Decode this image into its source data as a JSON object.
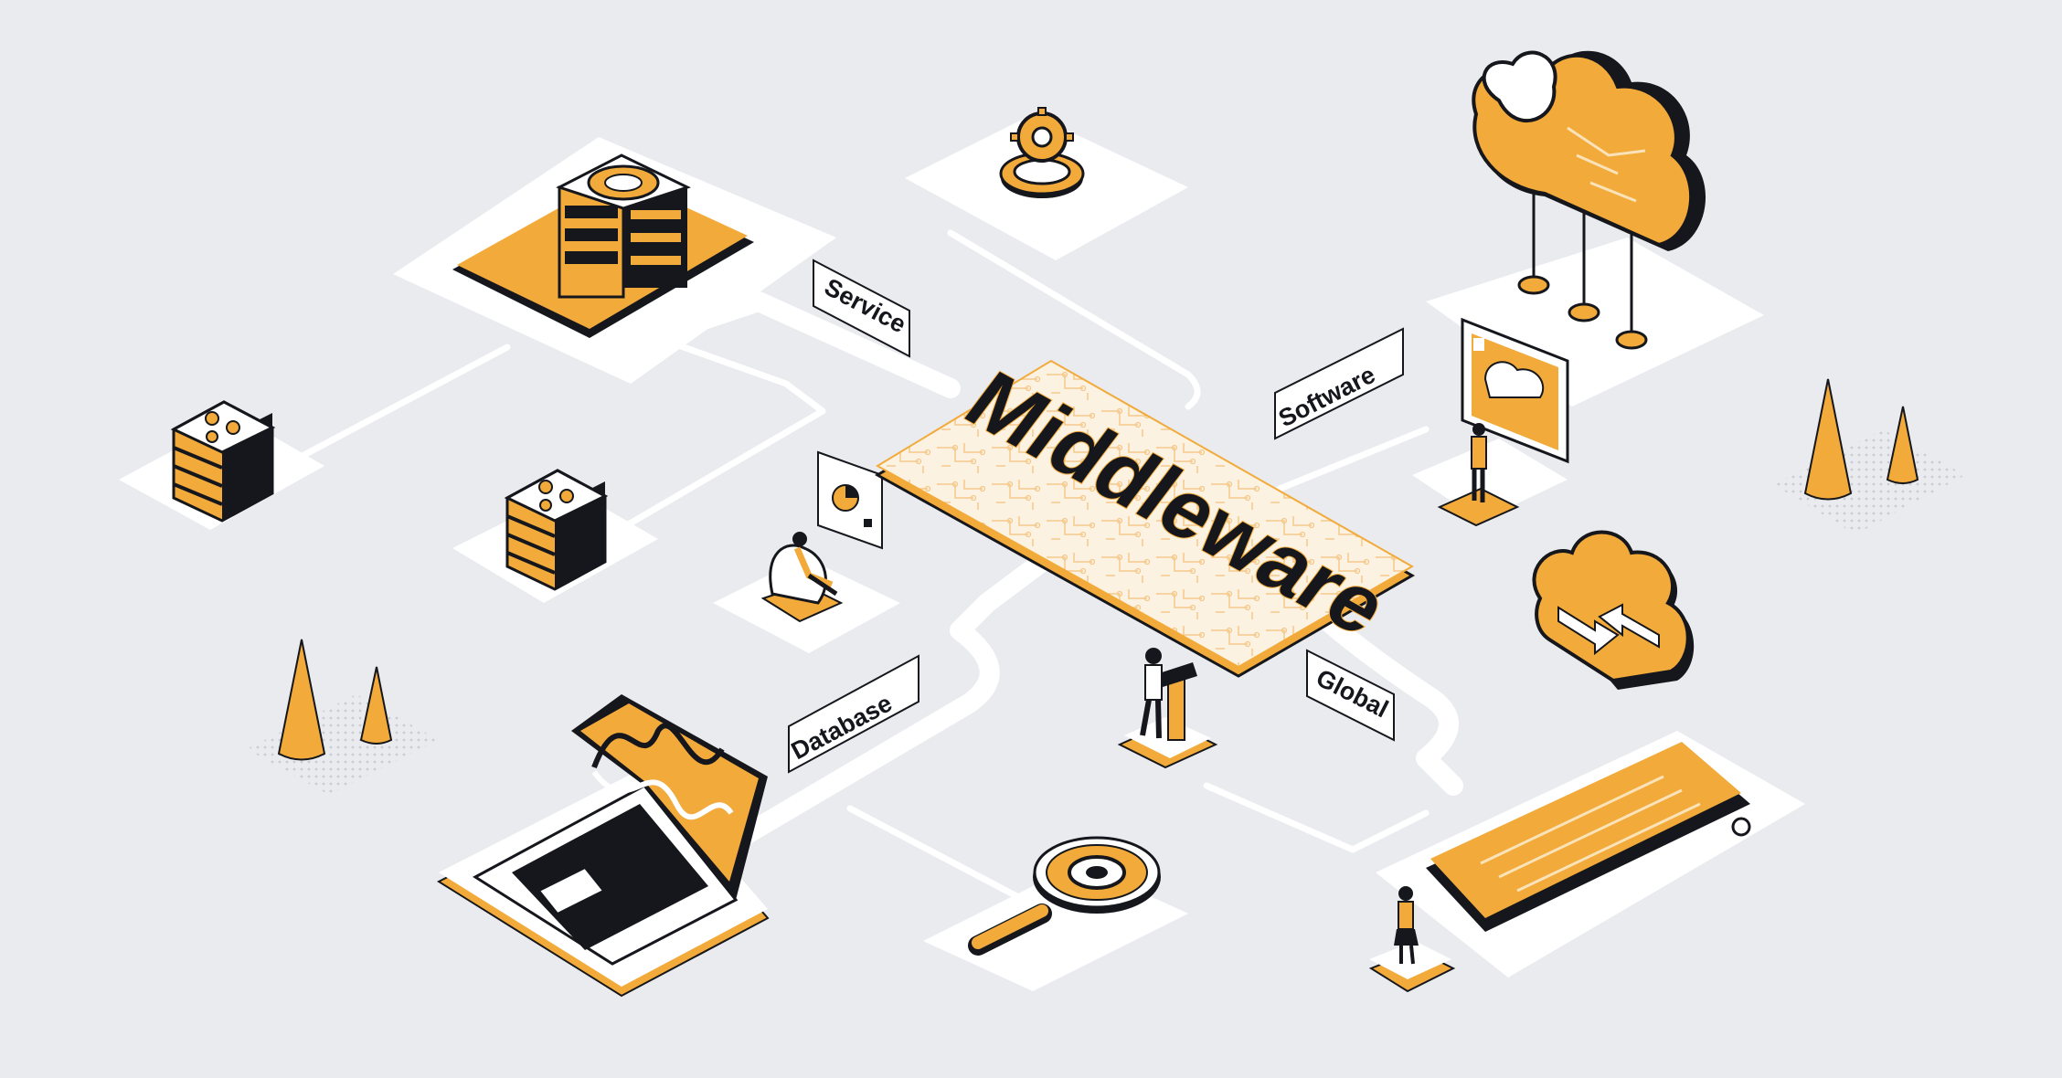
{
  "title": "Middleware",
  "labels": {
    "service": "Service",
    "software": "Software",
    "database": "Database",
    "global": "Global"
  },
  "colors": {
    "background": "#e9ebef",
    "accent": "#f2aa3a",
    "dark": "#15171c",
    "white": "#ffffff"
  },
  "elements": {
    "server_tablet": "server-tablet-icon",
    "gear_ring": "gear-ring-icon",
    "cloud_big": "heart-cloud-icon",
    "server_rack_left": "server-rack-icon",
    "server_rack_mid": "server-rack-icon",
    "pie_screen": "pie-chart-screen-icon",
    "person_beanbag": "person-on-beanbag-icon",
    "person_software": "person-standing-icon",
    "cloud_arrows": "sync-arrows-cloud-icon",
    "person_gear": "person-with-gear-icon",
    "laptop": "laptop-wave-chart-icon",
    "magnifier": "magnifier-gear-icon",
    "tablet": "document-tablet-icon",
    "person_phone": "person-with-phone-icon",
    "cones_left": "cone-pair-icon",
    "cones_right": "cone-pair-icon"
  }
}
